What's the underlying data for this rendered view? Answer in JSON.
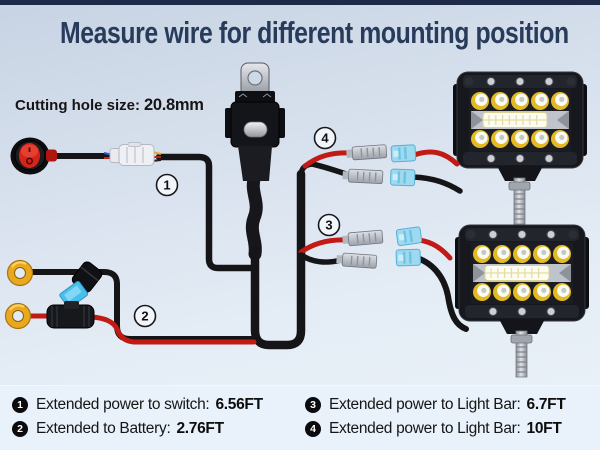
{
  "header": {
    "title": "Measure wire for different mounting position"
  },
  "annotations": {
    "cutting_hole_label": "Cutting hole size:",
    "cutting_hole_value": "20.8mm"
  },
  "markers": {
    "switch_wire": "1",
    "battery_wire": "2",
    "lower_bar_wire": "3",
    "upper_bar_wire": "4"
  },
  "legend": {
    "items": [
      {
        "num": "1",
        "label": "Extended power to switch:",
        "value": "6.56FT"
      },
      {
        "num": "2",
        "label": "Extended to Battery:",
        "value": "2.76FT"
      },
      {
        "num": "3",
        "label": "Extended power to Light Bar:",
        "value": "6.7FT"
      },
      {
        "num": "4",
        "label": "Extended power to Light Bar:",
        "value": "10FT"
      }
    ]
  },
  "colors": {
    "banner_navy": "#1d2b49",
    "title_navy": "#293b5b",
    "wire_black": "#151517",
    "wire_red": "#c21a15",
    "connector_blue": "#9ed9f0",
    "ring_terminal_gold": "#eaa81e",
    "fuse_blue": "#49bfec",
    "switch_red": "#d62418",
    "led_yellow": "#e3ba25"
  }
}
